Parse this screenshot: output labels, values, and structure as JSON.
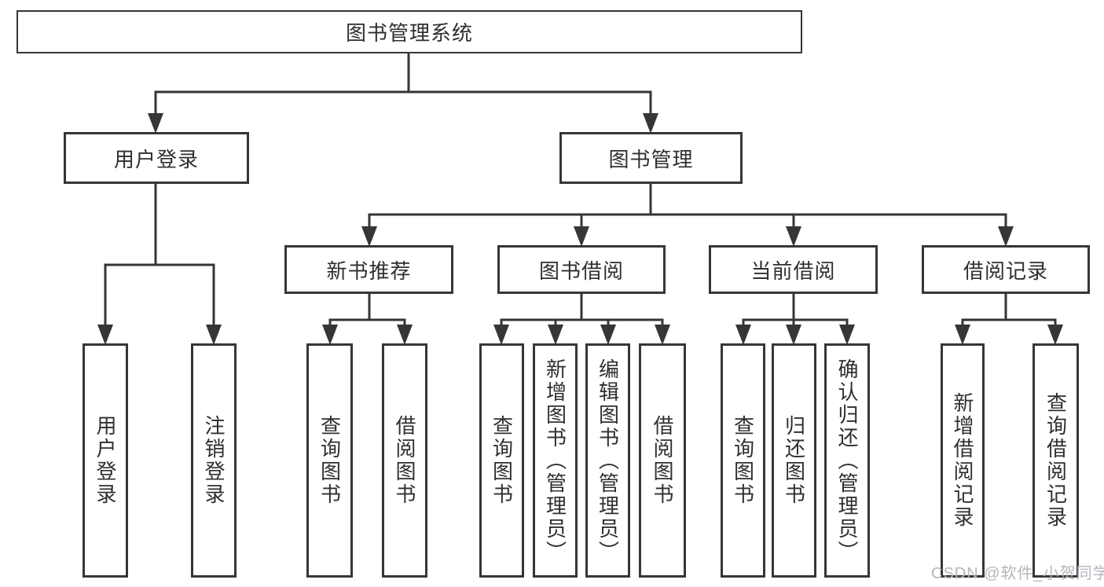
{
  "root": {
    "label": "图书管理系统"
  },
  "branches": {
    "user": {
      "label": "用户登录",
      "leaves": [
        "用户登录",
        "注销登录"
      ]
    },
    "book": {
      "label": "图书管理",
      "groups": [
        {
          "label": "新书推荐",
          "leaves": [
            "查询图书",
            "借阅图书"
          ]
        },
        {
          "label": "图书借阅",
          "leaves": [
            "查询图书",
            "新增图书（管理员）",
            "编辑图书（管理员）",
            "借阅图书"
          ]
        },
        {
          "label": "当前借阅",
          "leaves": [
            "查询图书",
            "归还图书",
            "确认归还（管理员）"
          ]
        },
        {
          "label": "借阅记录",
          "leaves": [
            "新增借阅记录",
            "查询借阅记录"
          ]
        }
      ]
    }
  },
  "watermark": "CSDN @软件_小贺同学",
  "colors": {
    "line": "#363636",
    "text": "#2f2f2f",
    "watermark": "#b3b7bc",
    "background": "#ffffff"
  }
}
